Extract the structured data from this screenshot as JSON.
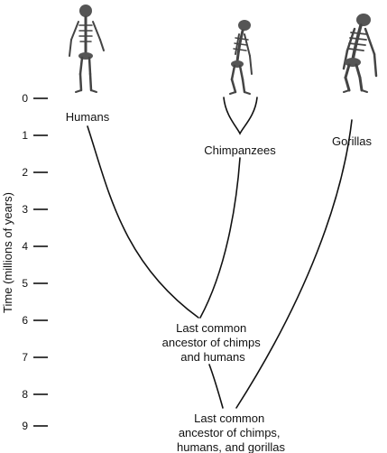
{
  "axis": {
    "title": "Time (millions of years)",
    "ticks": [
      "0",
      "1",
      "2",
      "3",
      "4",
      "5",
      "6",
      "7",
      "8",
      "9"
    ]
  },
  "labels": {
    "humans": "Humans",
    "chimpanzees": "Chimpanzees",
    "gorillas": "Gorillas",
    "lca_chimps_humans": [
      "Last common",
      "ancestor of chimps",
      "and humans"
    ],
    "lca_all": [
      "Last common",
      "ancestor of chimps,",
      "humans, and gorillas"
    ]
  },
  "illustrations": [
    "human-skeleton-icon",
    "chimpanzee-skeleton-icon",
    "gorilla-skeleton-icon"
  ],
  "colors": {
    "line": "#111111",
    "text": "#111111",
    "skeleton": "#444444"
  }
}
